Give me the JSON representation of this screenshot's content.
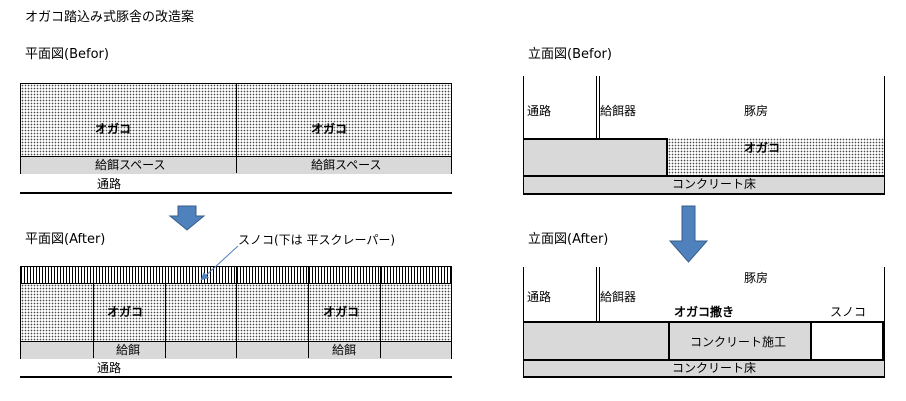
{
  "title": "オガコ踏込み式豚舎の改造案",
  "plan_before": {
    "heading": "平面図(Befor)",
    "pen_label": "オガコ",
    "feed_space": "給餌スペース",
    "aisle": "通路"
  },
  "plan_after": {
    "heading": "平面図(After)",
    "pen_label": "オガコ",
    "feeder": "給餌",
    "aisle": "通路",
    "callout": "スノコ(下は 平スクレーパー)"
  },
  "elev_before": {
    "heading": "立面図(Befor)",
    "aisle": "通路",
    "feeder": "給餌器",
    "pen": "豚房",
    "ogako": "オガコ",
    "floor": "コンクリート床"
  },
  "elev_after": {
    "heading": "立面図(After)",
    "aisle": "通路",
    "feeder": "給餌器",
    "pen": "豚房",
    "ogako_spread": "オガコ撒き",
    "slat": "スノコ",
    "concrete_work": "コンクリート施工",
    "floor": "コンクリート床"
  },
  "colors": {
    "arrow_fill": "#4f81bd",
    "arrow_stroke": "#385d8a",
    "floor_gray": "#d9d9d9",
    "callout_line": "#4f81bd"
  }
}
